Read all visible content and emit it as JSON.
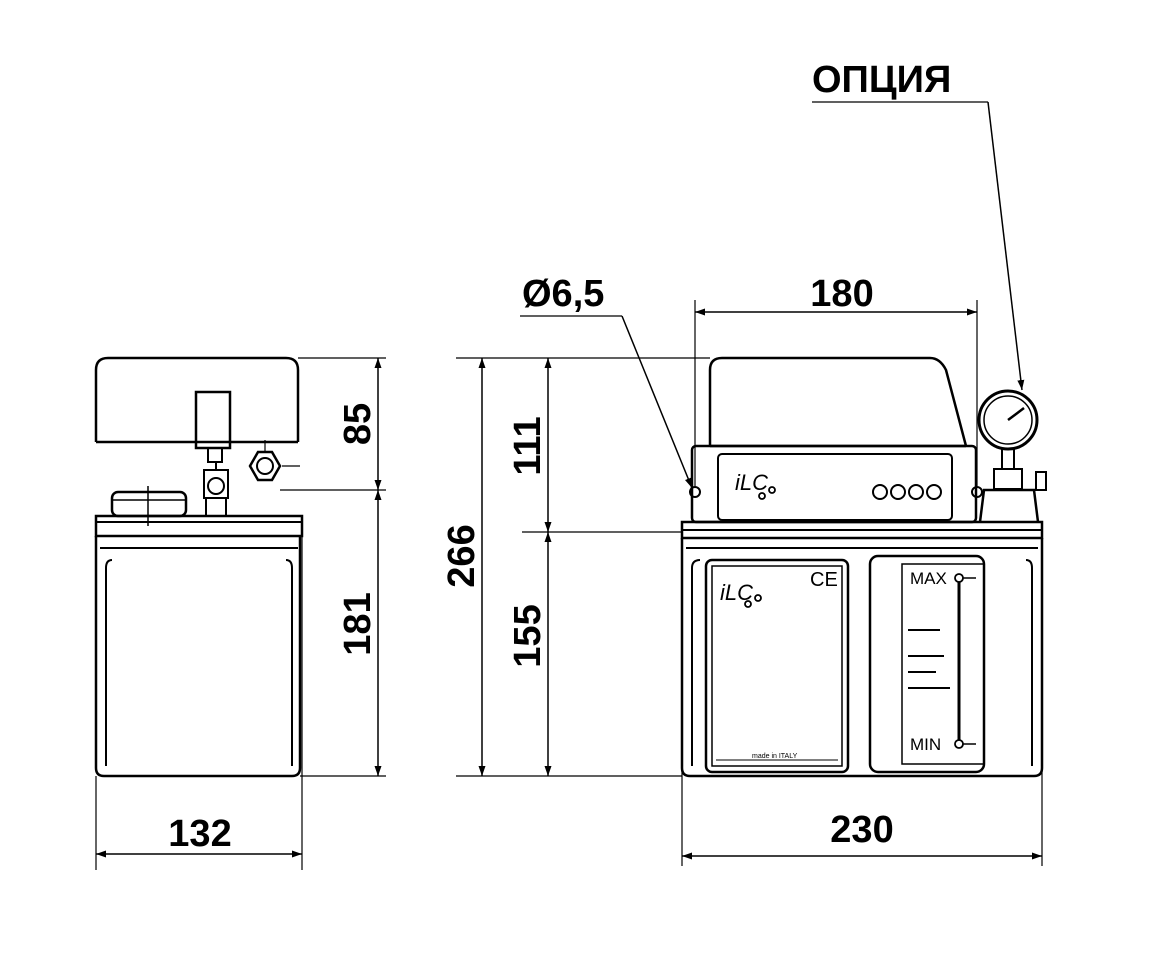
{
  "dimensions": {
    "side_width": "132",
    "side_top_height": "85",
    "side_bottom_height": "181",
    "front_total_height": "266",
    "front_top_height": "111",
    "front_bottom_height": "155",
    "front_width": "230",
    "mounting_span": "180",
    "hole_diameter": "Ø6,5"
  },
  "callouts": {
    "option": "ОПЦИЯ"
  },
  "front_view": {
    "level_max": "MAX",
    "level_min": "MIN",
    "label_made_in": "made in ITALY",
    "ce_mark": "CE",
    "logo_text": "iLC"
  }
}
